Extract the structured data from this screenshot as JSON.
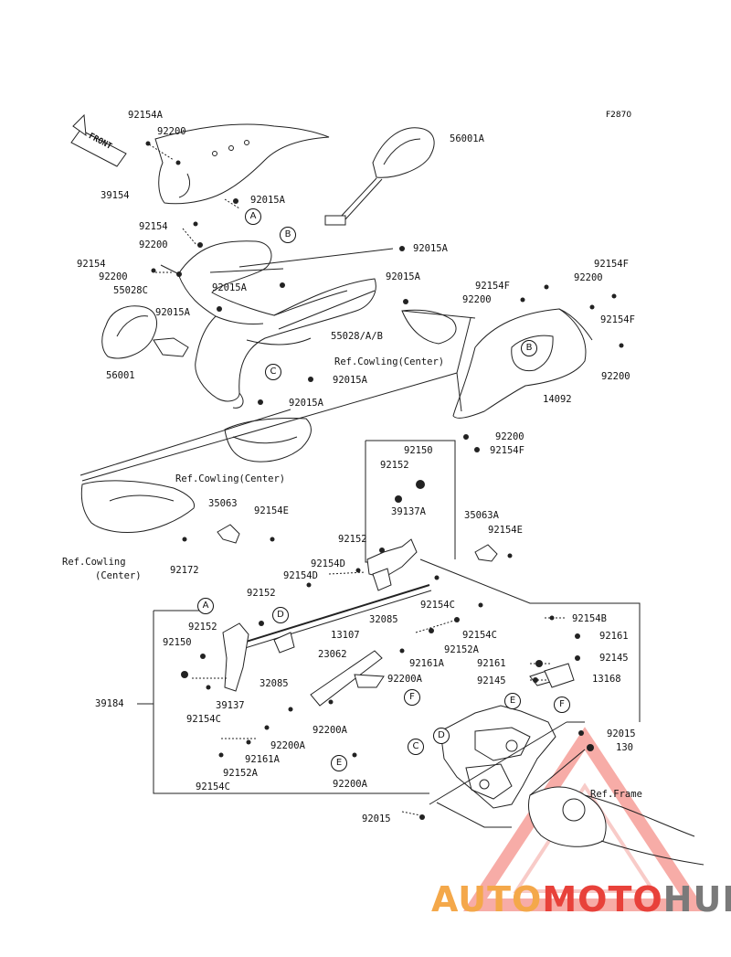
{
  "figure_id": "F2870",
  "front_arrow": "FRONT",
  "labels": {
    "p92154A_1": "92154A",
    "p92200_1": "92200",
    "p56001A": "56001A",
    "p39154": "39154",
    "p92015A_1": "92015A",
    "p92154_1": "92154",
    "p92200_2": "92200",
    "p92015A_2": "92015A",
    "p92154_2": "92154",
    "p92200_3": "92200",
    "p55028C": "55028C",
    "p92015A_3": "92015A",
    "p92015A_4": "92015A",
    "p92015A_5": "92015A",
    "p55028AB": "55028/A/B",
    "refCowlingCenter1": "Ref.Cowling(Center)",
    "p92154F_1": "92154F",
    "p92200_4": "92200",
    "p92154F_2": "92154F",
    "p92200_5": "92200",
    "p92154F_3": "92154F",
    "p56001": "56001",
    "p92015A_6": "92015A",
    "p92015A_7": "92015A",
    "p14092": "14092",
    "p92200_6": "92200",
    "p92200_7": "92200",
    "p92154F_4": "92154F",
    "refCowlingCenter2": "Ref.Cowling(Center)",
    "p92150_1": "92150",
    "p92152_1": "92152",
    "p35063": "35063",
    "p92154E_1": "92154E",
    "p39137A": "39137A",
    "p35063A": "35063A",
    "p92154E_2": "92154E",
    "refCowlingLine1": "Ref.Cowling",
    "refCowlingLine2": "(Center)",
    "p92172": "92172",
    "p92152_2": "92152",
    "p92154D_1": "92154D",
    "p92154D_2": "92154D",
    "p92152_3": "92152",
    "p92154C_1": "92154C",
    "p32085_1": "32085",
    "p13107": "13107",
    "p92154C_2": "92154C",
    "p92152_4": "92152",
    "p92150_2": "92150",
    "p23062": "23062",
    "p92152A_1": "92152A",
    "p92161A_1": "92161A",
    "p92200A_1": "92200A",
    "p92154B": "92154B",
    "p92161_1": "92161",
    "p92145_1": "92145",
    "p92161_2": "92161",
    "p92145_2": "92145",
    "p13168": "13168",
    "p32085_2": "32085",
    "p39184": "39184",
    "p39137": "39137",
    "p92154C_3": "92154C",
    "p92200A_2": "92200A",
    "p92200A_3": "92200A",
    "p92161A_2": "92161A",
    "p92152A_2": "92152A",
    "p92154C_4": "92154C",
    "p92200A_4": "92200A",
    "p92015_1": "92015",
    "p130": "130",
    "refFrame": "Ref.Frame",
    "p92015_2": "92015"
  },
  "callouts": {
    "A1": "A",
    "B1": "B",
    "C1": "C",
    "B2": "B",
    "A2": "A",
    "D1": "D",
    "F1": "F",
    "E1": "E",
    "F2": "F",
    "D2": "D",
    "C2": "C",
    "E2": "E"
  },
  "watermark": {
    "part1": "AUTO",
    "part2": "MOTO",
    "part3": "HUB",
    "color_orange": "#f4a84a",
    "color_red": "#e8413a",
    "color_gray": "#7a7a7a"
  }
}
